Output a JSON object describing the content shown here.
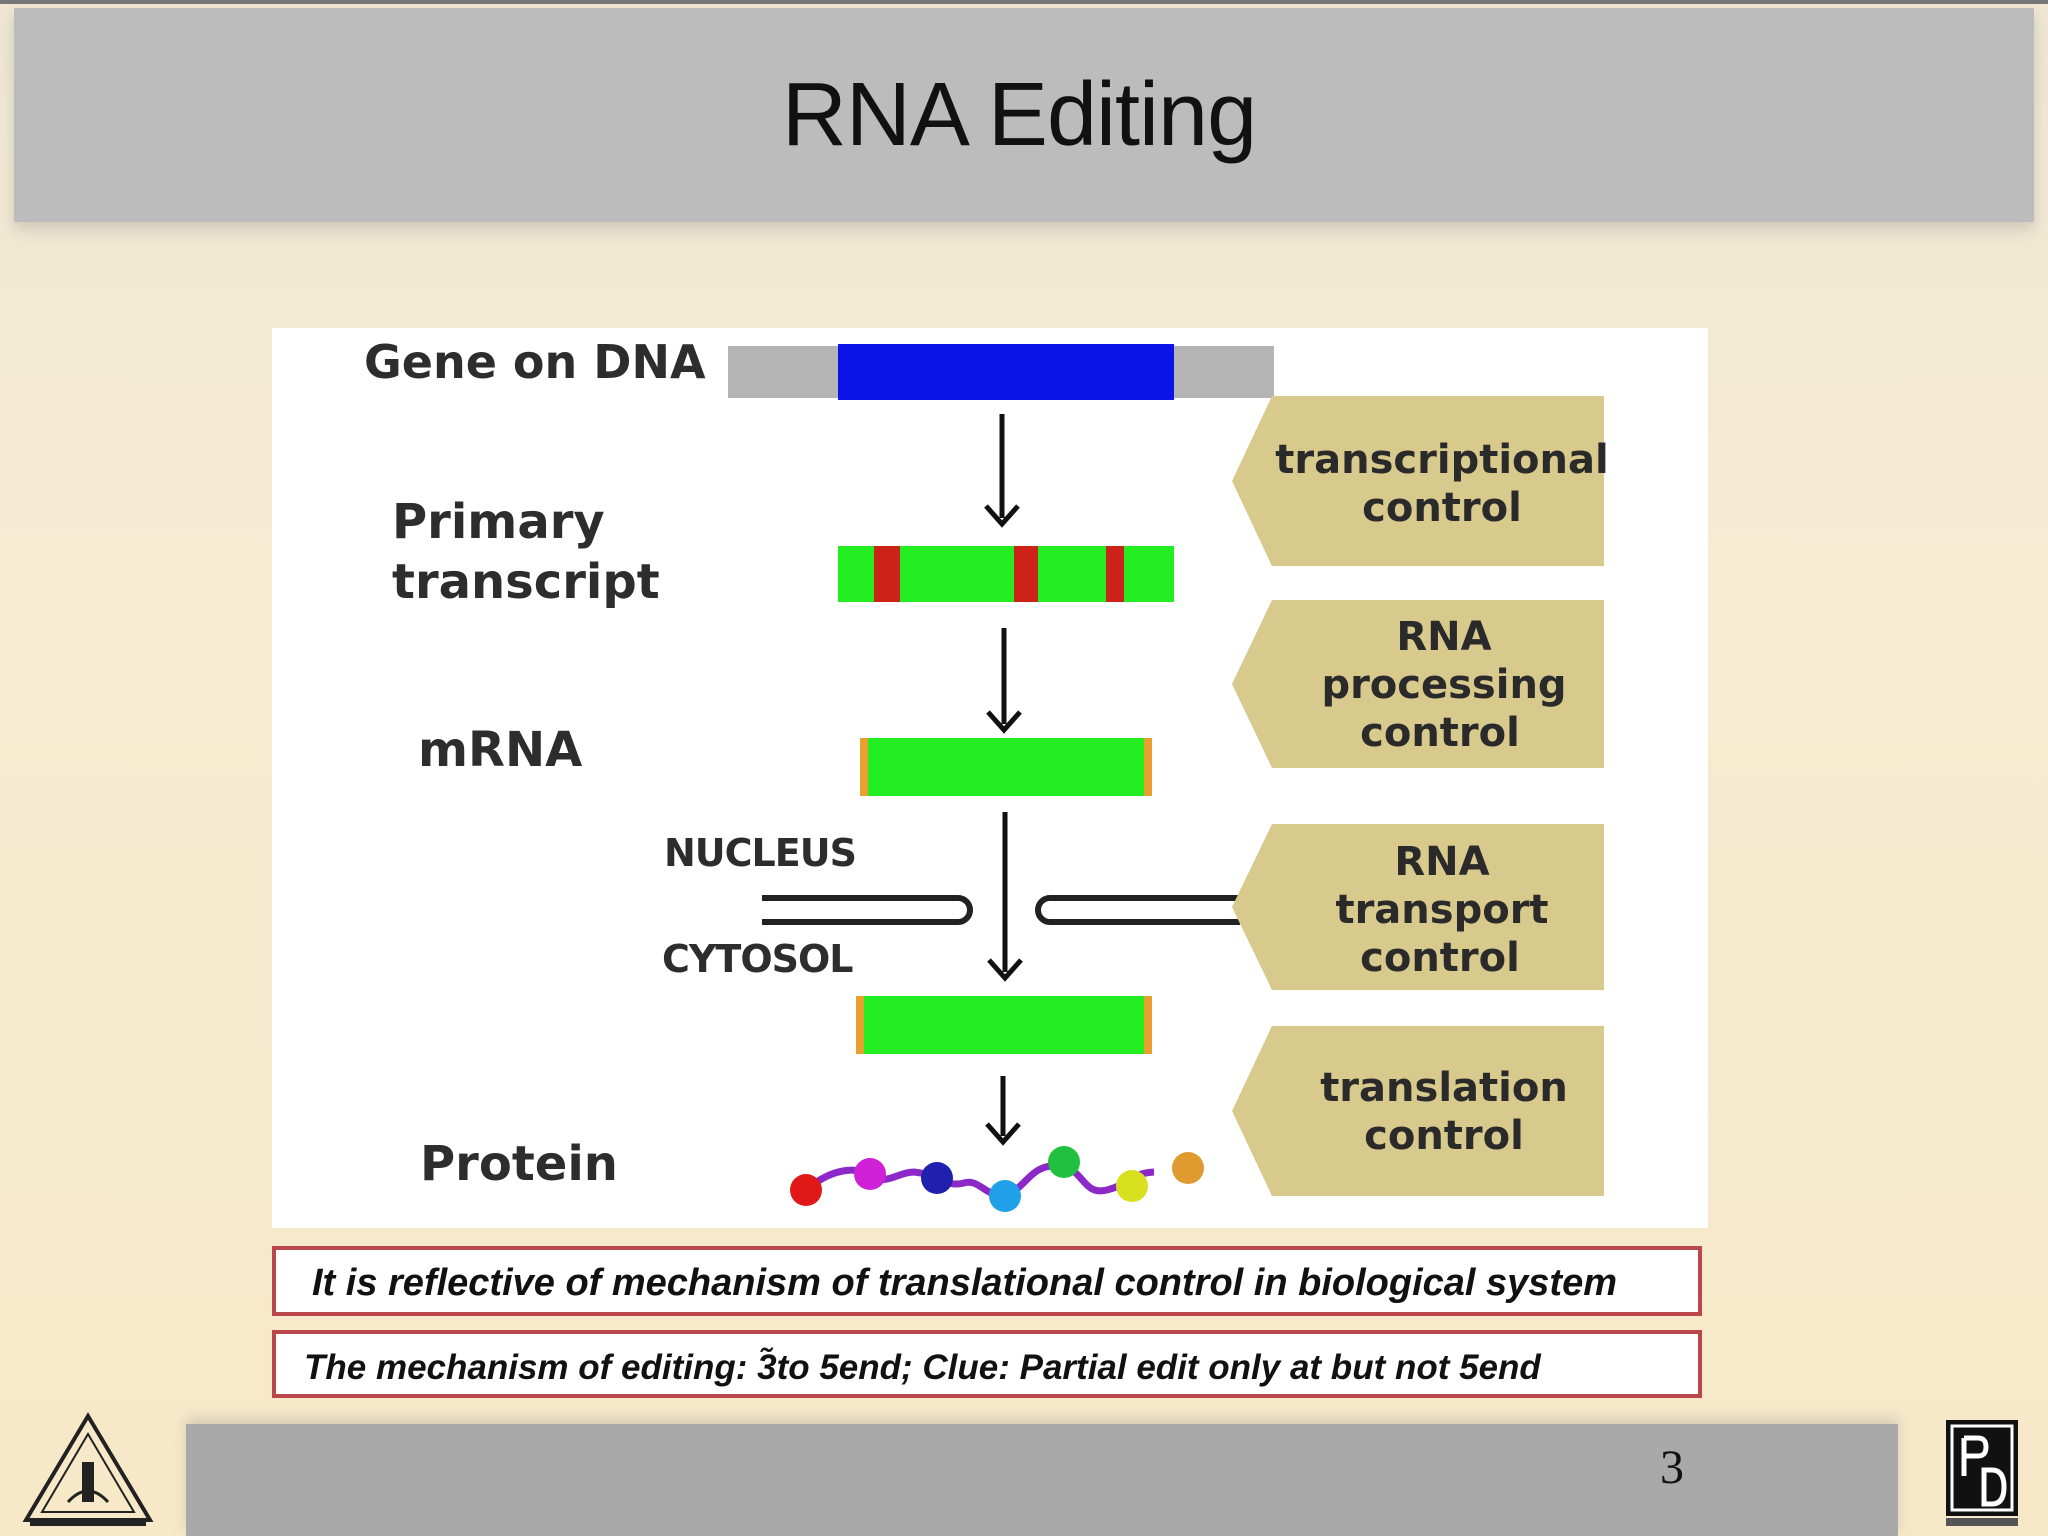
{
  "slide": {
    "title": "RNA Editing",
    "page_number": "3",
    "notes": [
      "It is reflective of mechanism of translational control in biological system",
      "The mechanism of editing: 3̃to 5end; Clue: Partial edit only at but not 5end"
    ]
  },
  "diagram": {
    "stages": [
      "Gene on DNA",
      "Primary",
      "transcript",
      "mRNA",
      "Protein"
    ],
    "compartments": [
      "NUCLEUS",
      "CYTOSOL"
    ],
    "controls": [
      [
        "transcriptional",
        "control"
      ],
      [
        "RNA",
        "processing",
        "control"
      ],
      [
        "RNA",
        "transport",
        "control"
      ],
      [
        "translation",
        "control"
      ]
    ]
  },
  "colors": {
    "title_bar": "#bcbcbc",
    "dna_coding": "#0a14e6",
    "dna_flank": "#b4b4b4",
    "rna": "#22ee22",
    "intron": "#cc2218",
    "control_box": "#d8c98c",
    "note_border": "#b9474c"
  },
  "icons": {
    "left_logo": "triangle-seal-icon",
    "right_logo": "pd-logo-icon"
  }
}
